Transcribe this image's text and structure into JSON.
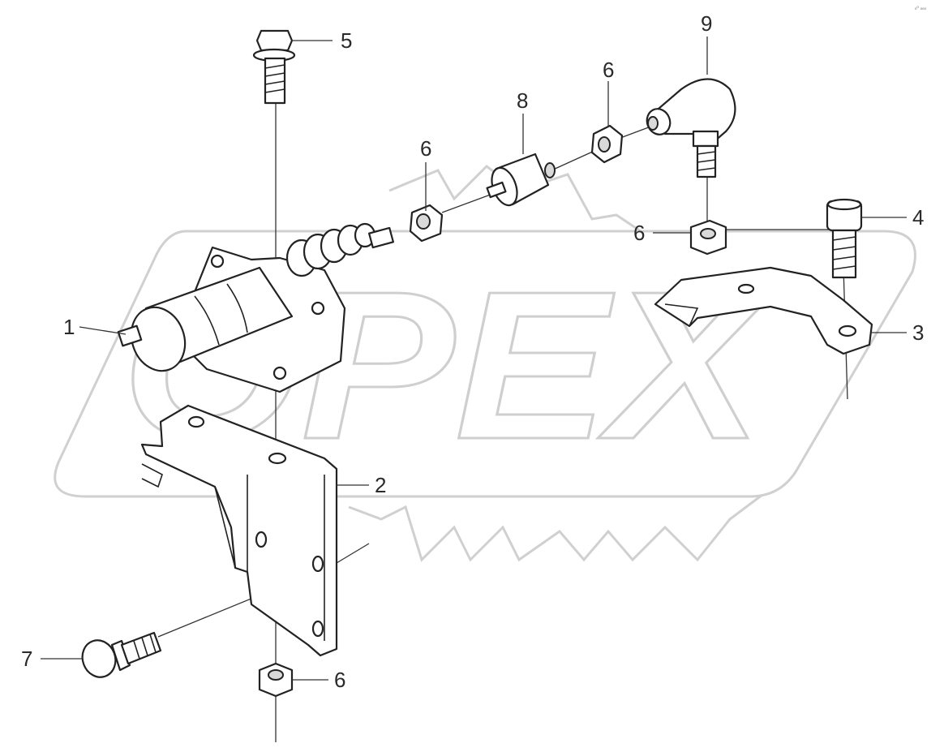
{
  "diagram": {
    "corner_mark": "₀⁰ ₀₀₀",
    "watermark": {
      "text": "OPEX",
      "color": "#cfcfcf"
    },
    "callouts": [
      {
        "id": "c1",
        "number": "1"
      },
      {
        "id": "c2",
        "number": "2"
      },
      {
        "id": "c3",
        "number": "3"
      },
      {
        "id": "c4",
        "number": "4"
      },
      {
        "id": "c5",
        "number": "5"
      },
      {
        "id": "c6a",
        "number": "6"
      },
      {
        "id": "c6b",
        "number": "6"
      },
      {
        "id": "c6c",
        "number": "6"
      },
      {
        "id": "c6d",
        "number": "6"
      },
      {
        "id": "c7",
        "number": "7"
      },
      {
        "id": "c8",
        "number": "8"
      },
      {
        "id": "c9",
        "number": "9"
      }
    ],
    "parts": [
      {
        "callout": "1",
        "icon": "solenoid-actuator-icon"
      },
      {
        "callout": "2",
        "icon": "mounting-bracket-icon"
      },
      {
        "callout": "3",
        "icon": "lever-plate-icon"
      },
      {
        "callout": "4",
        "icon": "socket-cap-screw-icon"
      },
      {
        "callout": "5",
        "icon": "flange-bolt-icon"
      },
      {
        "callout": "6",
        "icon": "hex-nut-icon"
      },
      {
        "callout": "7",
        "icon": "flange-bolt-icon"
      },
      {
        "callout": "8",
        "icon": "rubber-mount-icon"
      },
      {
        "callout": "9",
        "icon": "ball-joint-icon"
      }
    ]
  }
}
